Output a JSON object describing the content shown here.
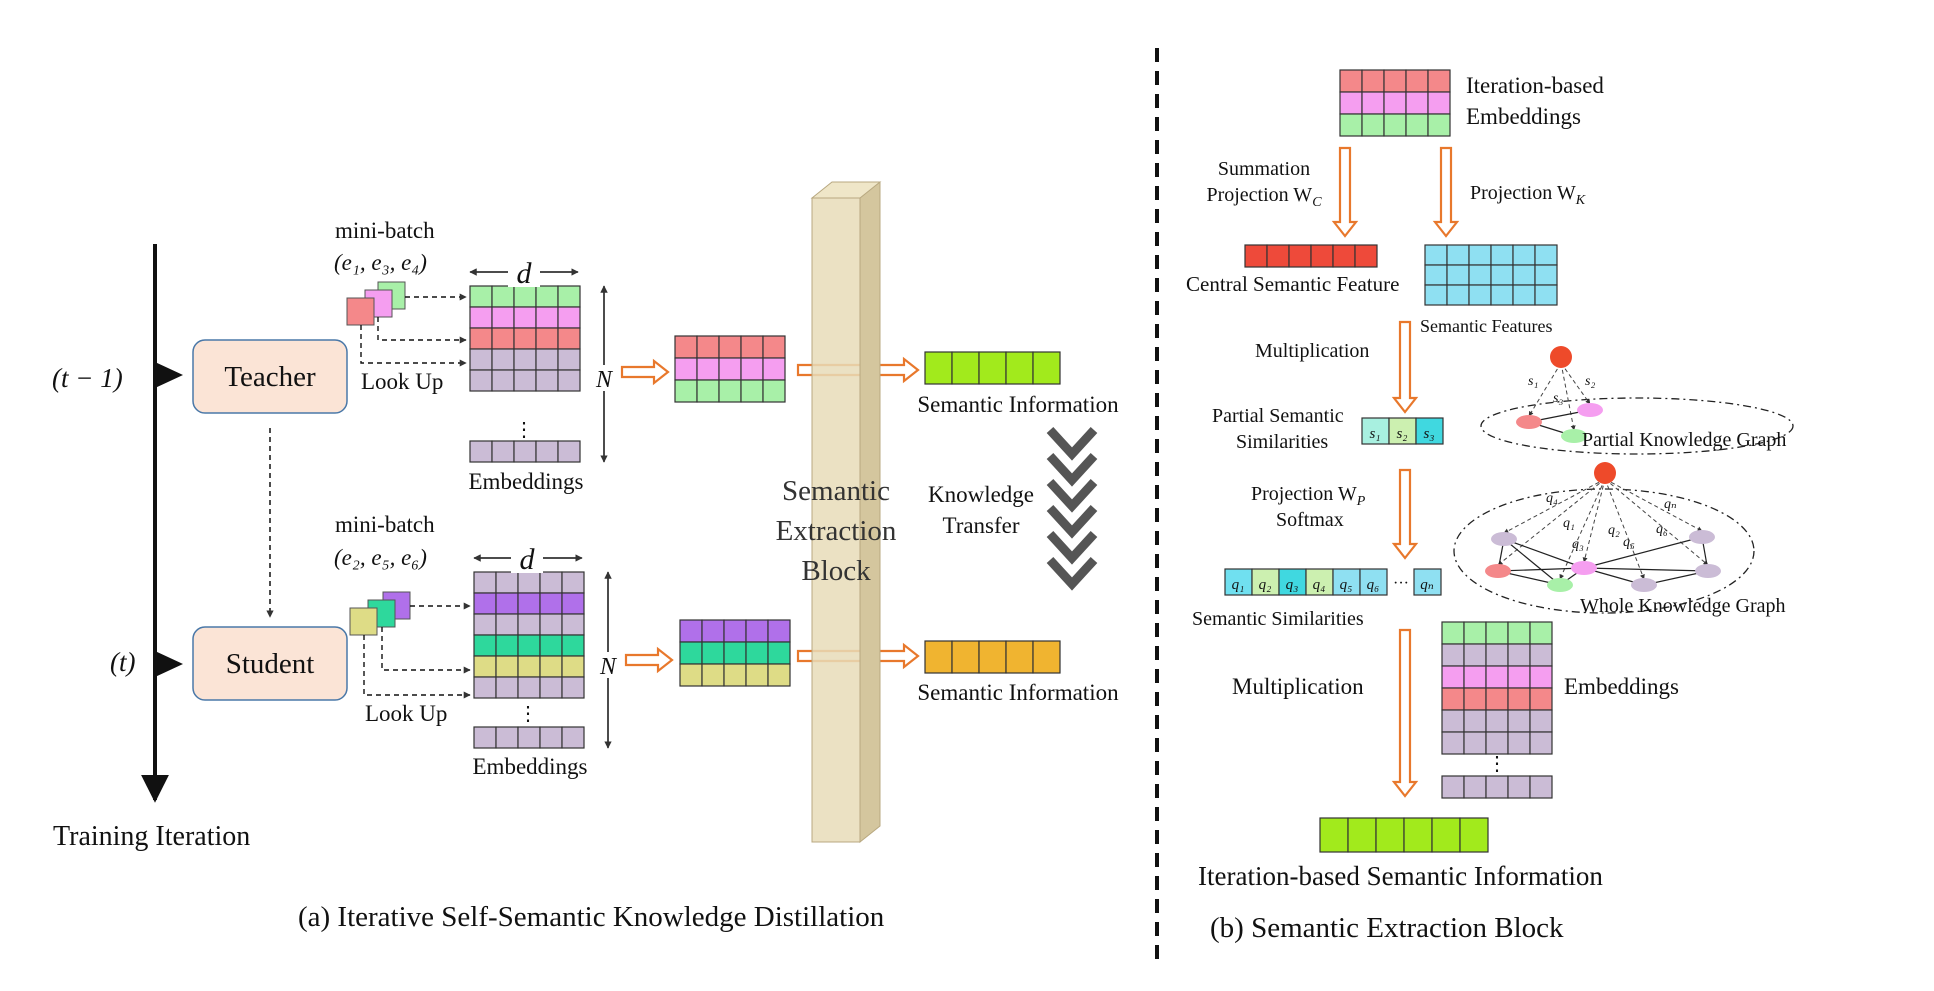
{
  "colors": {
    "green": "#a8f0a8",
    "pink": "#f59ef0",
    "red": "#f4888a",
    "lavender": "#cbbcd6",
    "purple": "#b070ea",
    "teal": "#2ed89c",
    "yellow": "#dedc86",
    "lime": "#a2ea1c",
    "orange": "#f0b430",
    "cyan": "#8fe0f2",
    "redbar": "#ee4a3a",
    "arrow": "#e8782c",
    "node_red": "#ee4a2a",
    "block_face": "#e8dcb8",
    "block_side": "#d4c69e",
    "teacher_box": "#fbe4d6",
    "box_border": "#4a78a8"
  },
  "panel_a": {
    "caption": "(a)  Iterative Self-Semantic Knowledge Distillation",
    "axis_label": "Training Iteration",
    "t_prev": "(t − 1)",
    "t_now": "(t)",
    "teacher": "Teacher",
    "student": "Student",
    "minibatch_label": "mini-batch",
    "teacher_batch": "(e₁, e₃, e₄)",
    "student_batch": "(e₂, e₅, e₆)",
    "lookup": "Look Up",
    "dim_d": "d",
    "dim_n": "N",
    "embeddings": "Embeddings",
    "block_line1": "Semantic",
    "block_line2": "Extraction",
    "block_line3": "Block",
    "semantic_info": "Semantic  Information",
    "knowledge_transfer_1": "Knowledge",
    "knowledge_transfer_2": "Transfer",
    "ellipsis": "⋮"
  },
  "panel_b": {
    "caption": "(b) Semantic Extraction Block",
    "iter_embeddings_1": "Iteration-based",
    "iter_embeddings_2": "Embeddings",
    "summation_1": "Summation",
    "summation_2": "Projection W",
    "summation_sub": "C",
    "projection_k": "Projection W",
    "projection_k_sub": "K",
    "central_feature": "Central Semantic Feature",
    "semantic_features": "Semantic Features",
    "multiplication_1": "Multiplication",
    "partial_sim_1": "Partial Semantic",
    "partial_sim_2": "Similarities",
    "partial_cells": [
      "s₁",
      "s₂",
      "s₃"
    ],
    "partial_graph": "Partial Knowledge Graph",
    "graph_s_labels": [
      "s₁",
      "s₂",
      "s₃"
    ],
    "projection_p": "Projection W",
    "projection_p_sub": "P",
    "softmax": "Softmax",
    "q_cells": [
      "q₁",
      "q₂",
      "q₃",
      "q₄",
      "q₅",
      "q₆",
      "···",
      "qₙ"
    ],
    "semantic_sims": "Semantic Similarities",
    "whole_graph": "Whole Knowledge Graph",
    "graph_q_labels": [
      "q₄",
      "q₁",
      "q₃",
      "q₂",
      "q₅",
      "q₆",
      "qₙ"
    ],
    "multiplication_2": "Multiplication",
    "embeddings": "Embeddings",
    "ellipsis": "⋮",
    "output": "Iteration-based Semantic Information"
  }
}
